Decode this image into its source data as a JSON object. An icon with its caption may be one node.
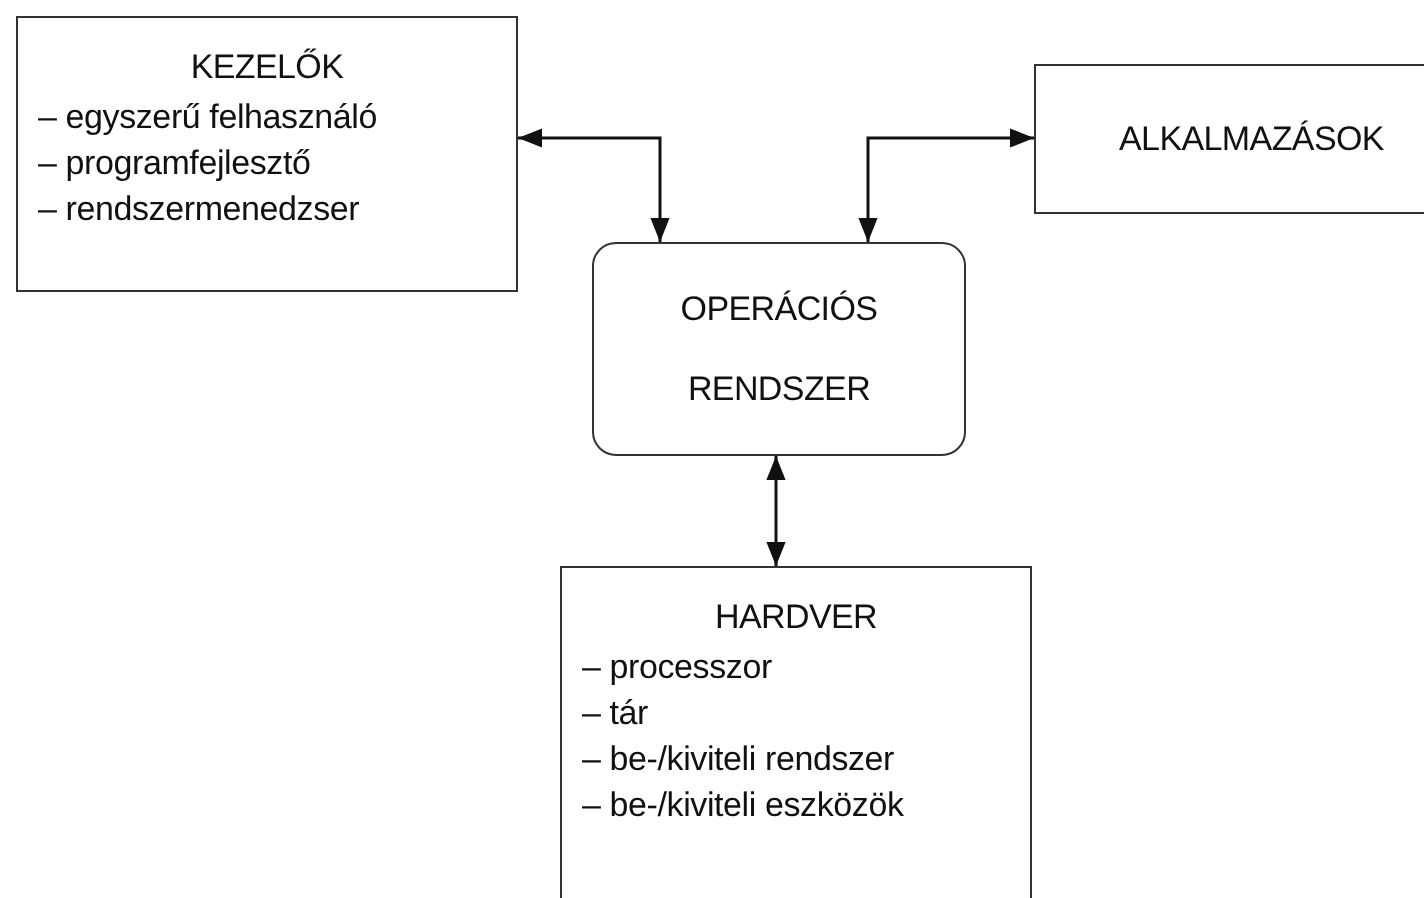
{
  "diagram": {
    "nodes": [
      {
        "text": [
          "KEZELŐK",
          "– egyszerű felhasználó",
          "– programfejlesztő",
          "– rendszermenedzser"
        ]
      },
      {
        "text": [
          "ALKALMAZÁSOK"
        ]
      },
      {
        "text": [
          "OPERÁCIÓS RENDSZER"
        ]
      },
      {
        "text": [
          "HARDVER",
          "– processzor",
          "– tár",
          "– be-/kiviteli rendszer",
          "– be-/kiviteli eszközök"
        ]
      }
    ],
    "edges": [
      {
        "from": 0,
        "to": 2,
        "arrow": "both"
      },
      {
        "from": 1,
        "to": 2,
        "arrow": "both"
      },
      {
        "from": 2,
        "to": 3,
        "arrow": "both"
      }
    ]
  }
}
